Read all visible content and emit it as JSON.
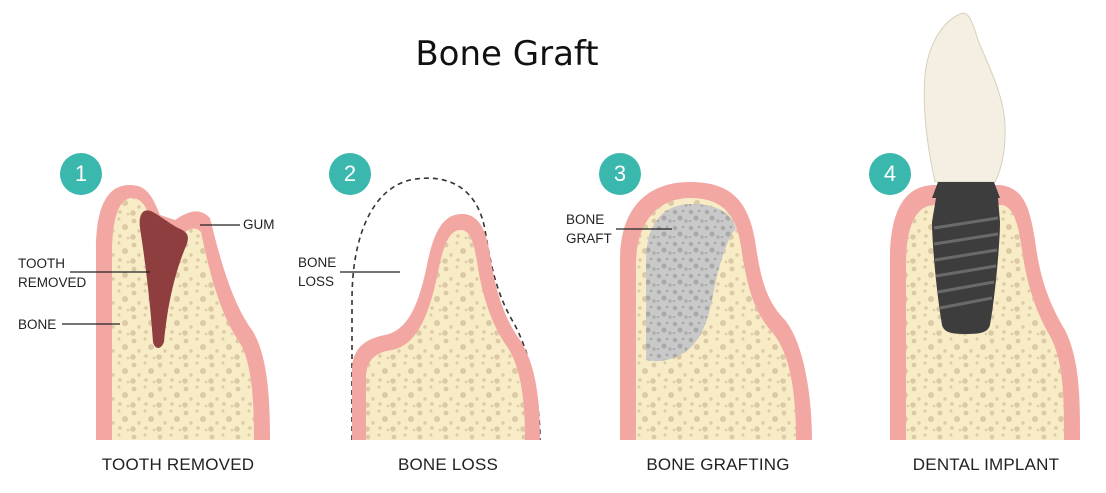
{
  "title": "Bone Graft",
  "colors": {
    "badge": "#3bb8ad",
    "gum": "#f3a7a2",
    "bone": "#f7ecc6",
    "bone_dots": "#dcc9a6",
    "socket": "#8e3e3e",
    "graft": "#c9c9c9",
    "implant": "#3d3d3d",
    "crown": "#f4efe2"
  },
  "steps": [
    {
      "number": "1",
      "caption": "TOOTH REMOVED",
      "labels": {
        "gum": "GUM",
        "tooth_removed_1": "TOOTH",
        "tooth_removed_2": "REMOVED",
        "bone": "BONE"
      }
    },
    {
      "number": "2",
      "caption": "BONE LOSS",
      "labels": {
        "bone_loss_1": "BONE",
        "bone_loss_2": "LOSS"
      }
    },
    {
      "number": "3",
      "caption": "BONE GRAFTING",
      "labels": {
        "bone_graft_1": "BONE",
        "bone_graft_2": "GRAFT"
      }
    },
    {
      "number": "4",
      "caption": "DENTAL IMPLANT",
      "labels": {}
    }
  ]
}
